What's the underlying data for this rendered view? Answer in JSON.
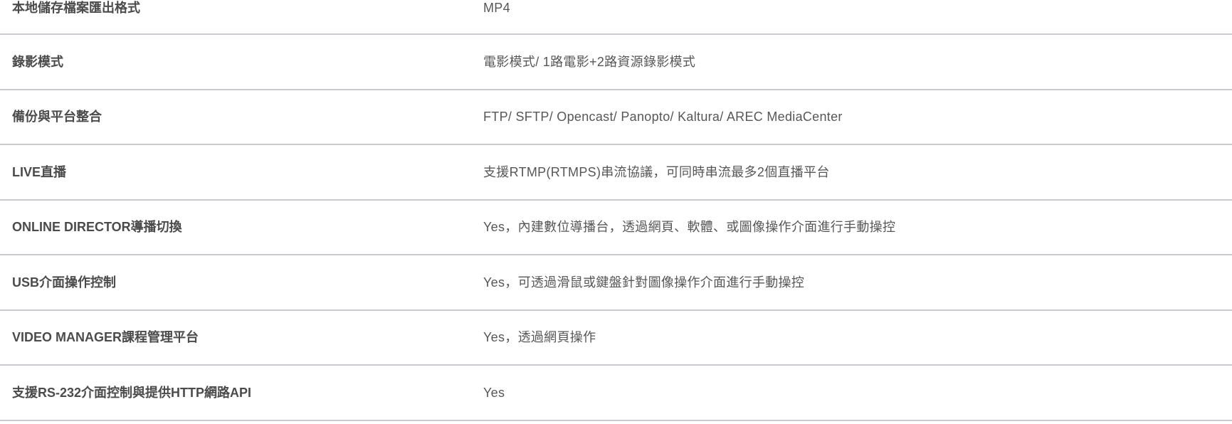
{
  "spec_table": {
    "rows": [
      {
        "label": "本地儲存檔案匯出格式",
        "value": "MP4"
      },
      {
        "label": "錄影模式",
        "value": "電影模式/ 1路電影+2路資源錄影模式"
      },
      {
        "label": "備份與平台整合",
        "value": "FTP/ SFTP/ Opencast/ Panopto/ Kaltura/ AREC MediaCenter"
      },
      {
        "label": "LIVE直播",
        "value": "支援RTMP(RTMPS)串流協議，可同時串流最多2個直播平台"
      },
      {
        "label": "ONLINE DIRECTOR導播切換",
        "value": "Yes，內建數位導播台，透過網頁、軟體、或圖像操作介面進行手動操控"
      },
      {
        "label": "USB介面操作控制",
        "value": "Yes，可透過滑鼠或鍵盤針對圖像操作介面進行手動操控"
      },
      {
        "label": "VIDEO MANAGER課程管理平台",
        "value": "Yes，透過網頁操作"
      },
      {
        "label": "支援RS-232介面控制與提供HTTP網路API",
        "value": "Yes"
      }
    ]
  }
}
